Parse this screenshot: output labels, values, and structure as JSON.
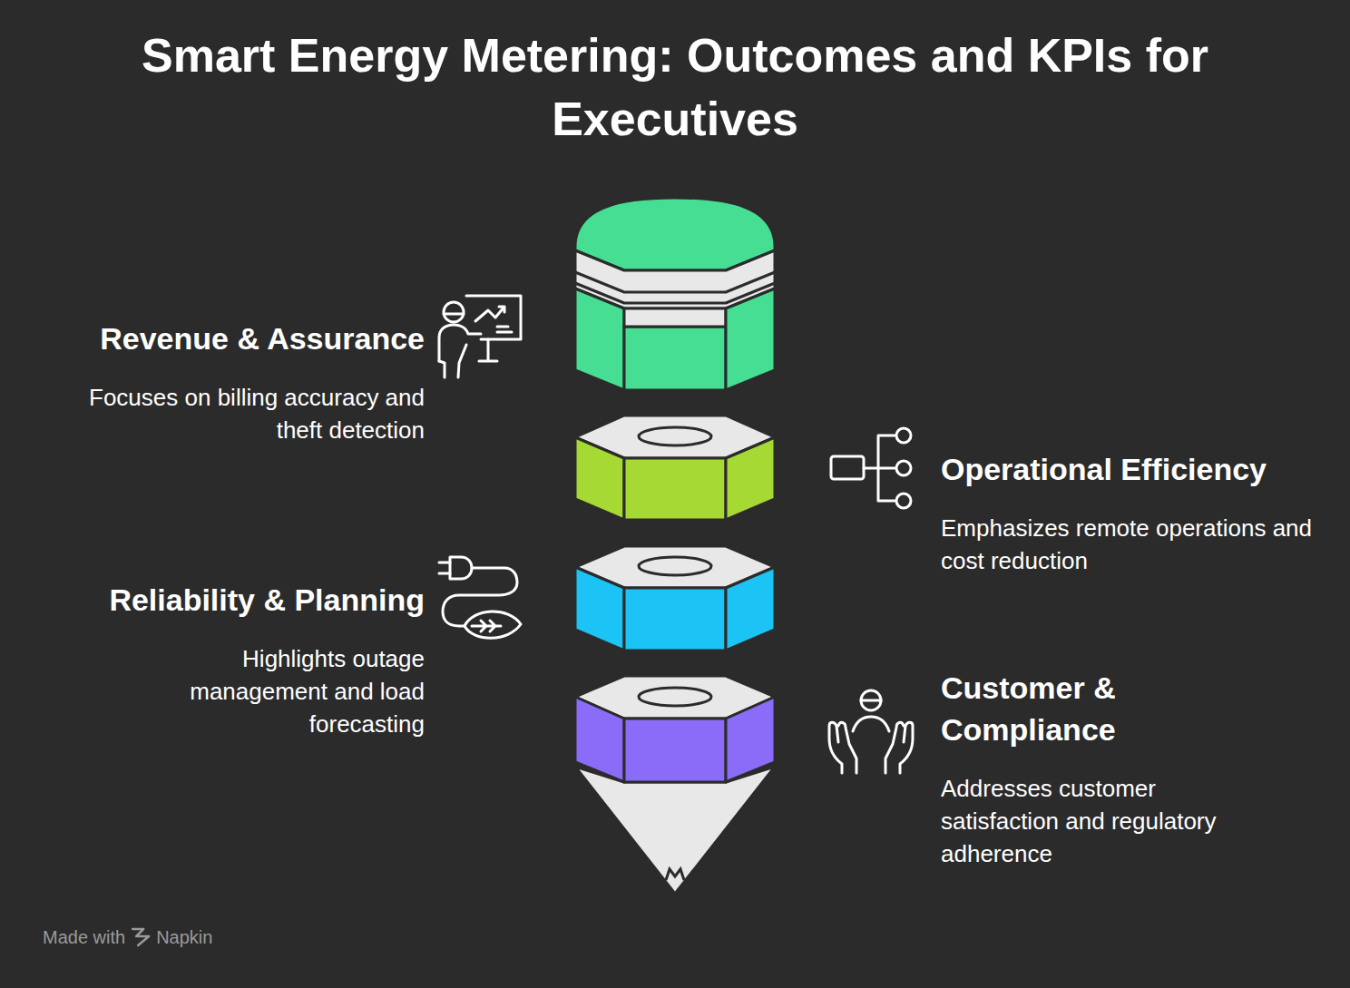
{
  "diagram": {
    "title": "Smart Energy Metering: Outcomes and KPIs for Executives",
    "nodes": [
      {
        "text": [
          "Revenue & Assurance",
          "Focuses on billing accuracy and theft detection"
        ]
      },
      {
        "text": [
          "Operational Efficiency",
          "Emphasizes remote operations and cost reduction"
        ]
      },
      {
        "text": [
          "Reliability & Planning",
          "Highlights outage management and load forecasting"
        ]
      },
      {
        "text": [
          "Customer & Compliance",
          "Addresses customer satisfaction and regulatory adherence"
        ]
      }
    ],
    "labels": [
      "Made with",
      "Napkin"
    ]
  }
}
